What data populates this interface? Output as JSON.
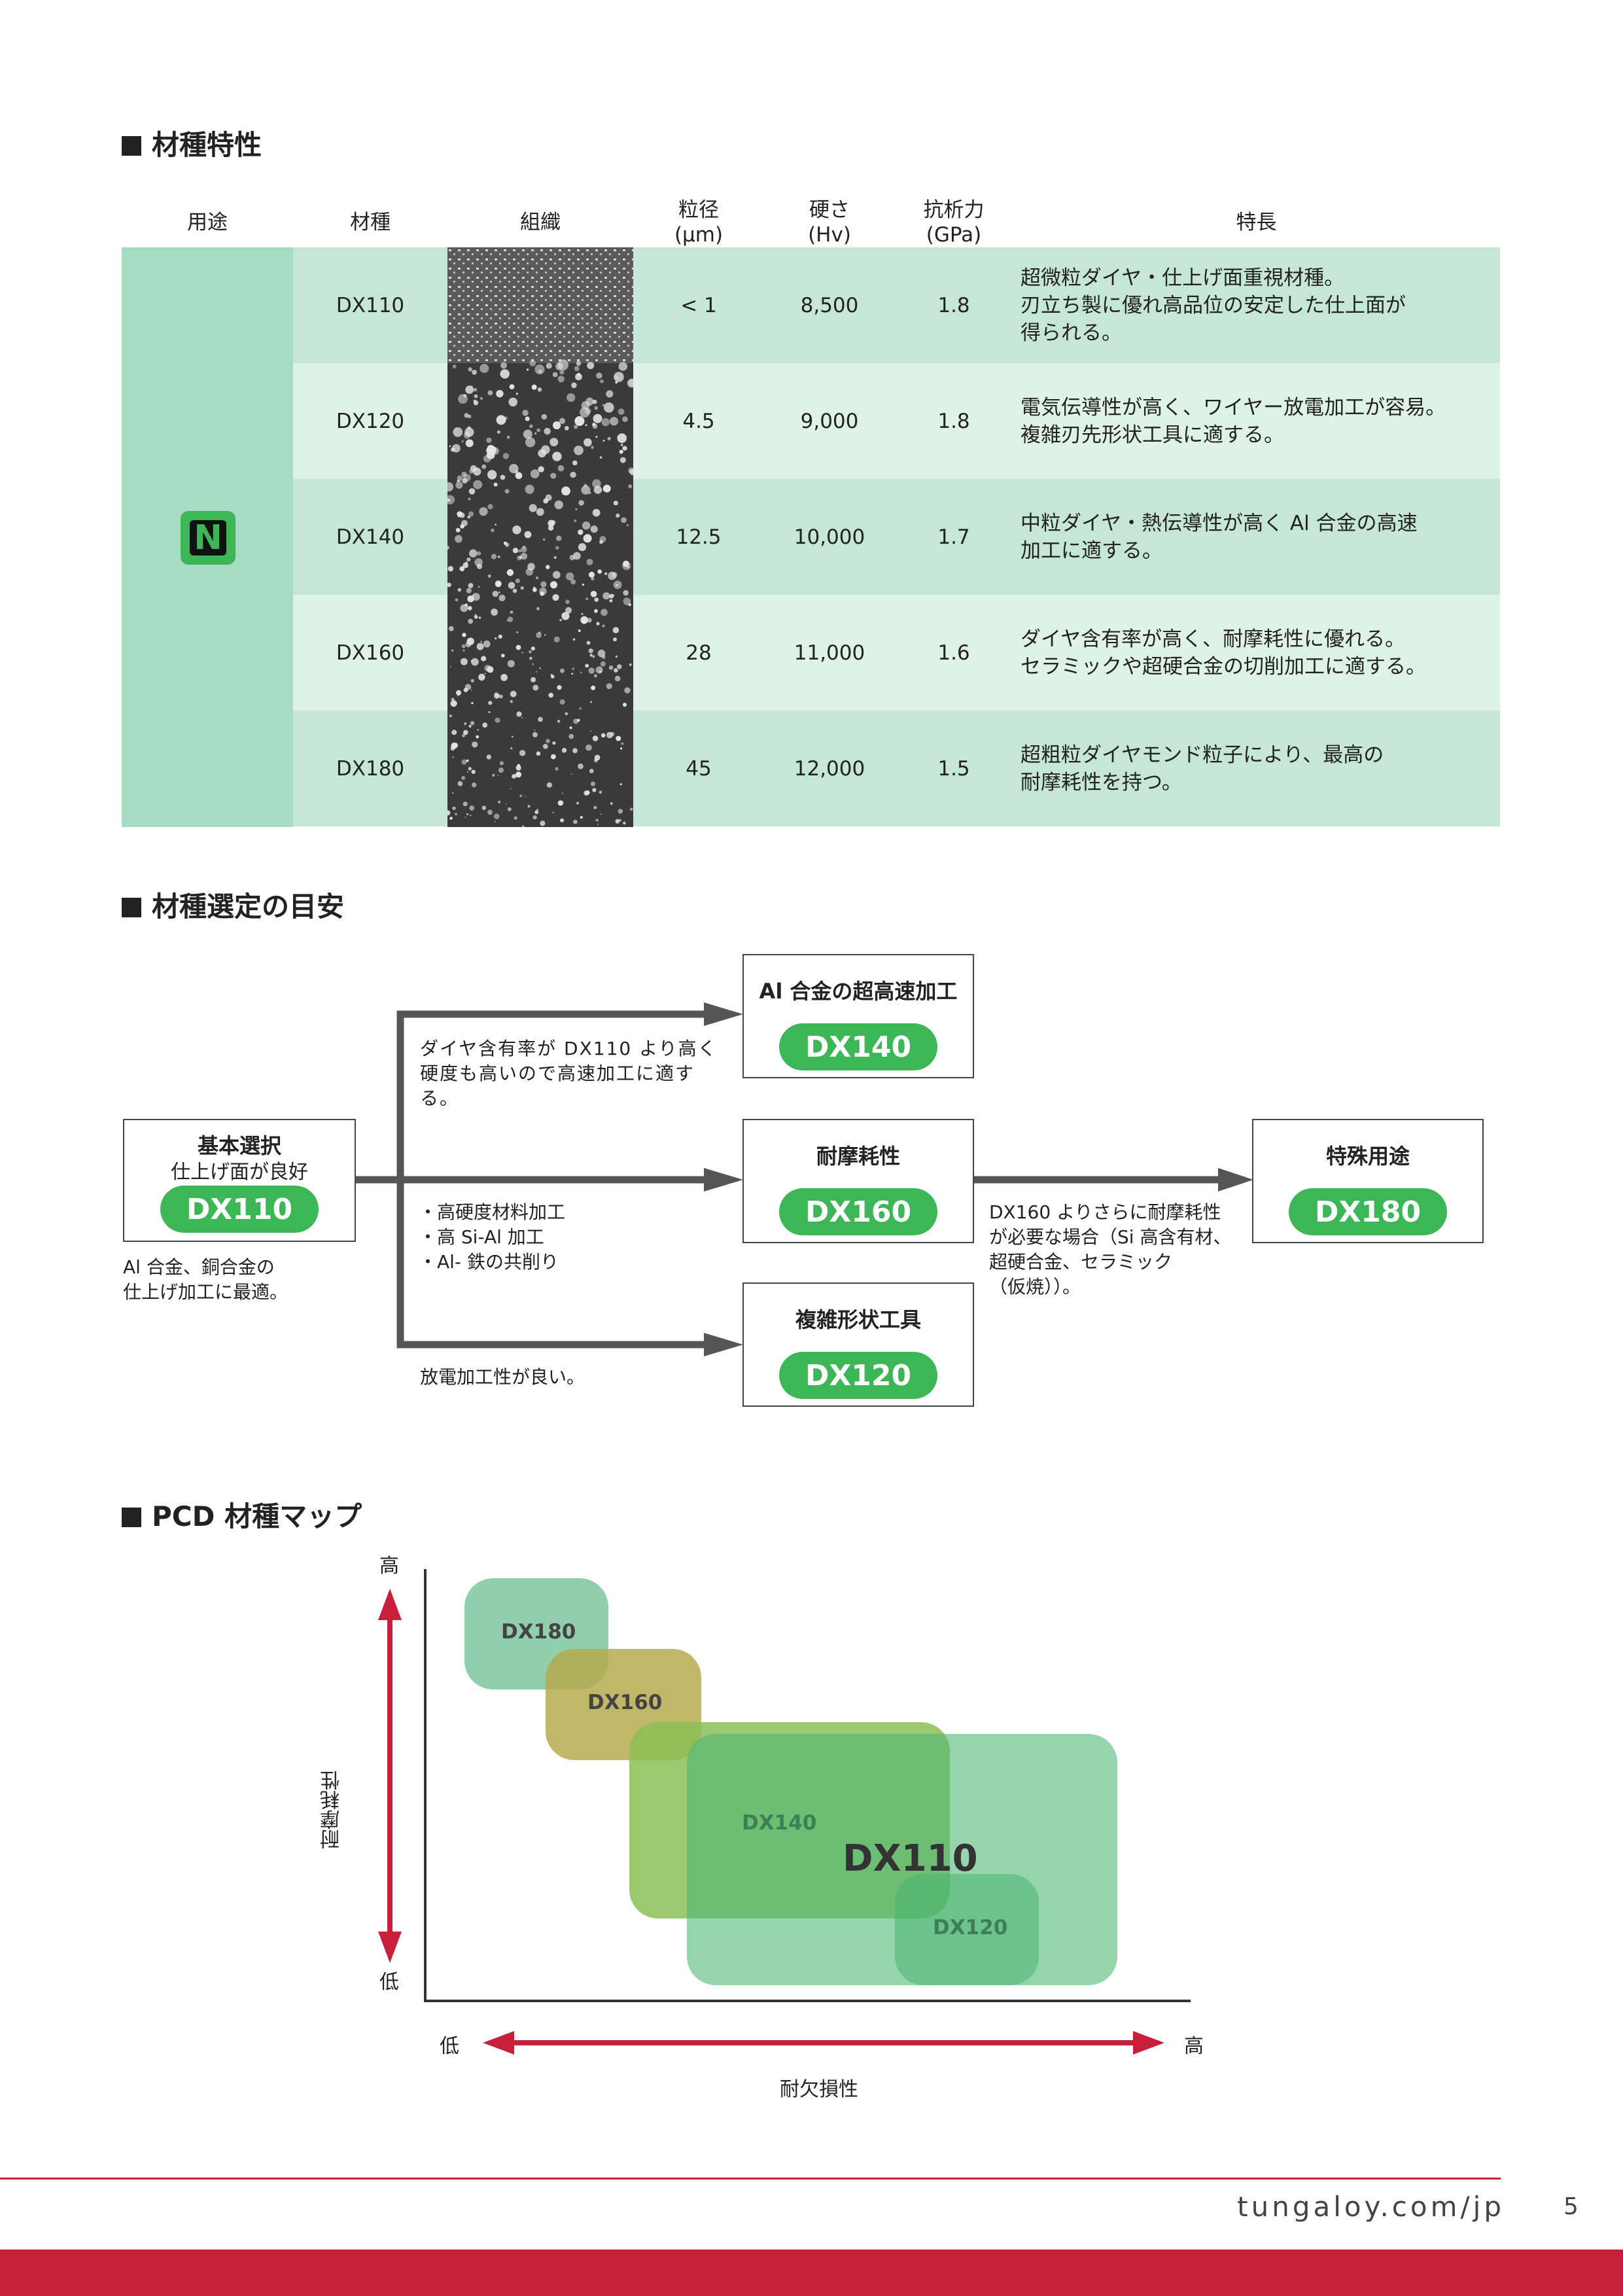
{
  "section1": {
    "title": "材種特性",
    "headers": {
      "usage": "用途",
      "grade": "材種",
      "structure": "組織",
      "grain_line1": "粒径",
      "grain_line2": "(μm)",
      "hardness_line1": "硬さ",
      "hardness_line2": "(Hv)",
      "strength_line1": "抗析力",
      "strength_line2": "(GPa)",
      "features": "特長"
    },
    "usage_badge": "N",
    "rows": [
      {
        "grade": "DX110",
        "grain": "< 1",
        "hardness": "8,500",
        "strength": "1.8",
        "features": [
          "超微粒ダイヤ・仕上げ面重視材種。",
          "刃立ち製に優れ高品位の安定した仕上面が",
          "得られる。"
        ]
      },
      {
        "grade": "DX120",
        "grain": "4.5",
        "hardness": "9,000",
        "strength": "1.8",
        "features": [
          "電気伝導性が高く、ワイヤー放電加工が容易。",
          "複雑刃先形状工具に適する。"
        ]
      },
      {
        "grade": "DX140",
        "grain": "12.5",
        "hardness": "10,000",
        "strength": "1.7",
        "features": [
          "中粒ダイヤ・熱伝導性が高く Al 合金の高速",
          "加工に適する。"
        ]
      },
      {
        "grade": "DX160",
        "grain": "28",
        "hardness": "11,000",
        "strength": "1.6",
        "features": [
          "ダイヤ含有率が高く、耐摩耗性に優れる。",
          "セラミックや超硬合金の切削加工に適する。"
        ]
      },
      {
        "grade": "DX180",
        "grain": "45",
        "hardness": "12,000",
        "strength": "1.5",
        "features": [
          "超粗粒ダイヤモンド粒子により、最高の",
          "耐摩耗性を持つ。"
        ]
      }
    ]
  },
  "section2": {
    "title": "材種選定の目安",
    "basic": {
      "title": "基本選択",
      "subtitle": "仕上げ面が良好",
      "grade": "DX110",
      "note": [
        "Al 合金、銅合金の",
        "仕上げ加工に最適。"
      ]
    },
    "top": {
      "title": "Al 合金の超高速加工",
      "grade": "DX140",
      "note": [
        "ダイヤ含有率が DX110 より高く",
        "硬度も高いので高速加工に適す",
        "る。"
      ]
    },
    "middle": {
      "title": "耐摩耗性",
      "grade": "DX160",
      "note": [
        "・高硬度材料加工",
        "・高 Si-Al 加工",
        "・Al- 鉄の共削り"
      ]
    },
    "bottom": {
      "title": "複雑形状工具",
      "grade": "DX120",
      "note": [
        "放電加工性が良い。"
      ]
    },
    "special": {
      "title": "特殊用途",
      "grade": "DX180",
      "note": [
        "DX160 よりさらに耐摩耗性",
        "が必要な場合（Si 高含有材、",
        "超硬合金、セラミック",
        "（仮焼））。"
      ]
    }
  },
  "section3": {
    "title": "PCD 材種マップ",
    "y_axis": {
      "label": "耐摩耗性",
      "high": "高",
      "low": "低"
    },
    "x_axis": {
      "label": "耐欠損性",
      "high": "高",
      "low": "低"
    },
    "labels": {
      "dx180": "DX180",
      "dx160": "DX160",
      "dx140": "DX140",
      "dx110": "DX110",
      "dx120": "DX120"
    },
    "colors": {
      "dx180": "#7cc59d",
      "dx160": "#b6aa4e",
      "dx140": "#8bbf55",
      "dx110": "#4fb877",
      "dx120": "#48b36e",
      "axis_arrow": "#c8203a"
    }
  },
  "footer": {
    "url": "tungaloy.com/jp",
    "page": "5"
  }
}
